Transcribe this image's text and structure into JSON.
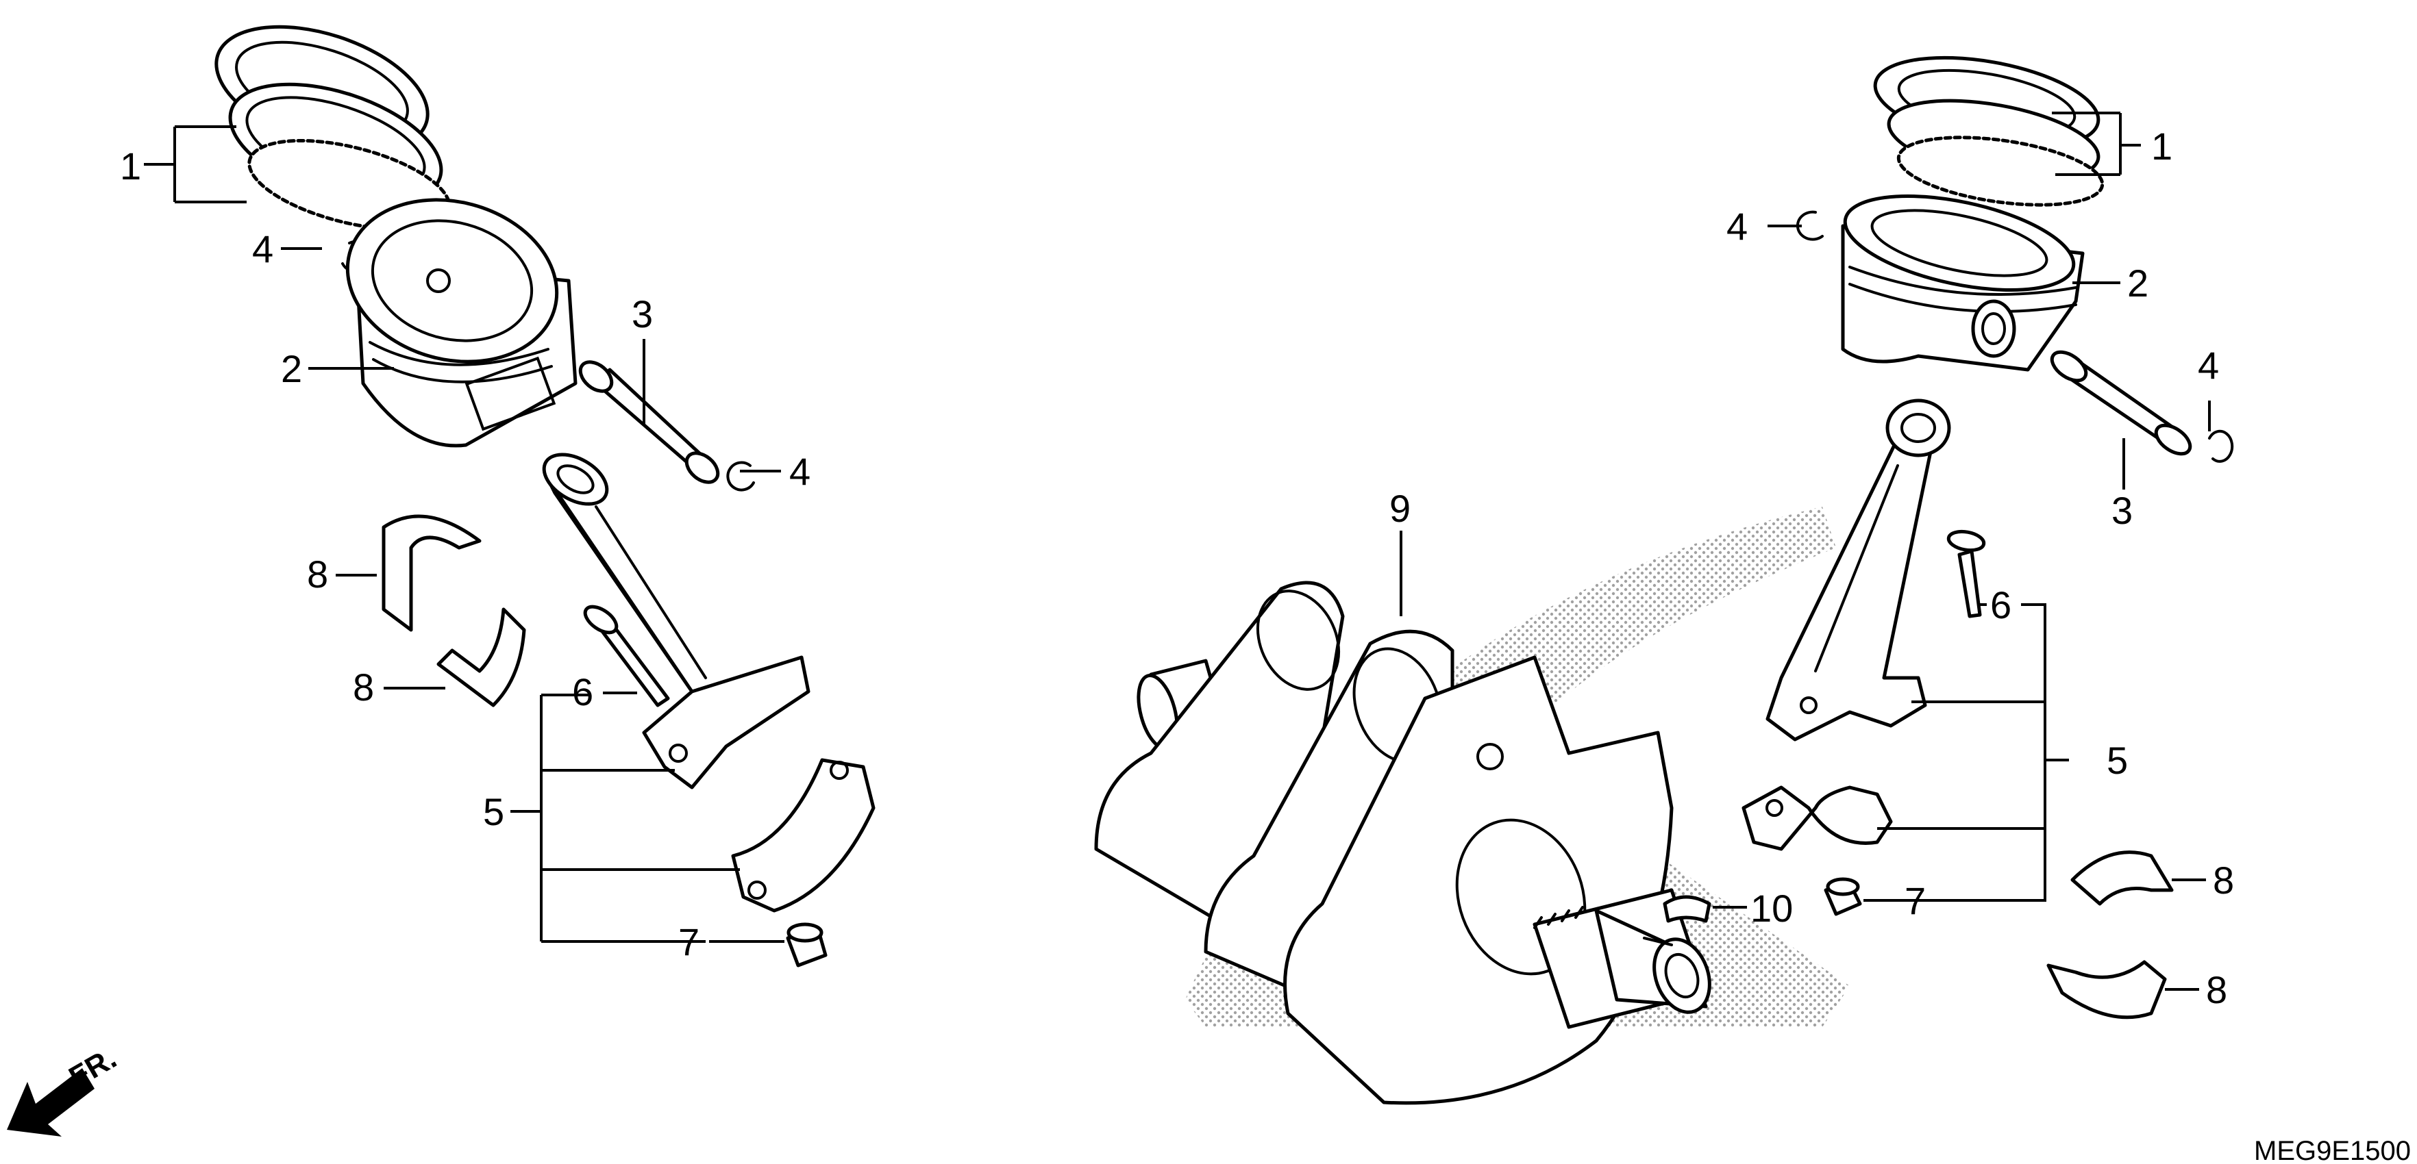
{
  "diagram": {
    "colors": {
      "line": "#000000",
      "background": "#ffffff",
      "stipple": "#8a8a8a"
    },
    "callouts": {
      "left": {
        "piston_rings": "1",
        "circlip_top": "4",
        "piston": "2",
        "piston_pin": "3",
        "circlip_pin": "4",
        "bearing_upper": "8",
        "bearing_lower": "8",
        "rod_bolt": "6",
        "connecting_rod_set": "5",
        "rod_nut": "7"
      },
      "right": {
        "piston_rings": "1",
        "circlip_top": "4",
        "piston": "2",
        "circlip_pin": "4",
        "piston_pin": "3",
        "rod_bolt": "6",
        "connecting_rod_set": "5",
        "rod_nut": "7",
        "bearing_upper": "8",
        "bearing_lower": "8"
      },
      "crankshaft": "9",
      "woodruff_key": "10"
    },
    "front_indicator": "FR.",
    "diagram_code": "MEG9E1500"
  }
}
